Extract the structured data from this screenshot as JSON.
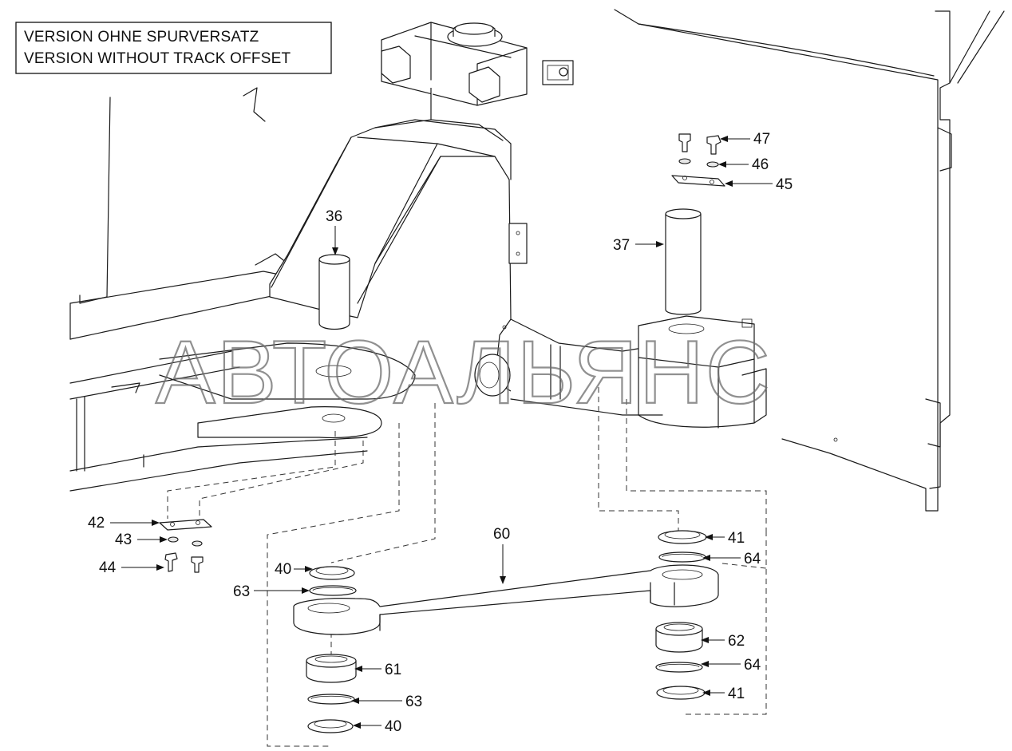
{
  "version_box": {
    "line1": "VERSION OHNE SPURVERSATZ",
    "line2": "VERSION WITHOUT TRACK OFFSET"
  },
  "watermark": "АВТОАЛЬЯНС",
  "callouts": {
    "c36": "36",
    "c37": "37",
    "c40a": "40",
    "c40b": "40",
    "c41a": "41",
    "c41b": "41",
    "c42": "42",
    "c43": "43",
    "c44": "44",
    "c45": "45",
    "c46": "46",
    "c47": "47",
    "c60": "60",
    "c61": "61",
    "c62": "62",
    "c63a": "63",
    "c63b": "63",
    "c64a": "64",
    "c64b": "64"
  }
}
